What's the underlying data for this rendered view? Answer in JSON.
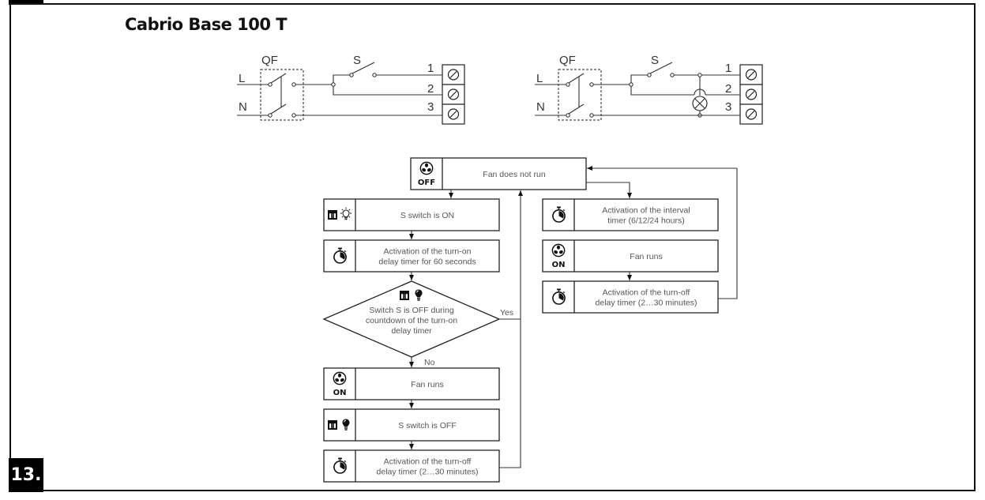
{
  "figure_number": "13.",
  "title": "Cabrio Base 100 T",
  "wiring": {
    "breaker_label": "QF",
    "switch_label": "S",
    "line_labels": [
      "L",
      "N"
    ],
    "terminal_labels": [
      "1",
      "2",
      "3"
    ],
    "diagrams": [
      {
        "name": "wiring-without-lamp",
        "has_lamp": false
      },
      {
        "name": "wiring-with-lamp",
        "has_lamp": true
      }
    ]
  },
  "flowchart": {
    "start": {
      "icon": "fan-off-icon",
      "icon_text": "OFF",
      "text": [
        "Fan does not run"
      ]
    },
    "left_branch": [
      {
        "icon": "switch-light-on-icon",
        "text": [
          "S switch is ON"
        ]
      },
      {
        "icon": "timer-icon",
        "text": [
          "Activation of the turn-on",
          "delay timer for 60 seconds"
        ]
      }
    ],
    "decision": {
      "icon": "switch-light-off-icon",
      "text": [
        "Switch S is OFF during",
        "countdown of the turn-on",
        "delay timer"
      ],
      "yes_label": "Yes",
      "no_label": "No"
    },
    "after_decision": [
      {
        "icon": "fan-on-icon",
        "icon_text": "ON",
        "text": [
          "Fan runs"
        ]
      },
      {
        "icon": "switch-light-off-icon",
        "text": [
          "S switch is OFF"
        ]
      },
      {
        "icon": "timer-icon",
        "text": [
          "Activation of the turn-off",
          "delay timer (2…30 minutes)"
        ]
      }
    ],
    "right_branch": [
      {
        "icon": "timer-icon",
        "text": [
          "Activation of the interval",
          "timer (6/12/24 hours)"
        ]
      },
      {
        "icon": "fan-on-icon",
        "icon_text": "ON",
        "text": [
          "Fan runs"
        ]
      },
      {
        "icon": "timer-icon",
        "text": [
          "Activation of the turn-off",
          "delay timer (2…30 minutes)"
        ]
      }
    ]
  }
}
